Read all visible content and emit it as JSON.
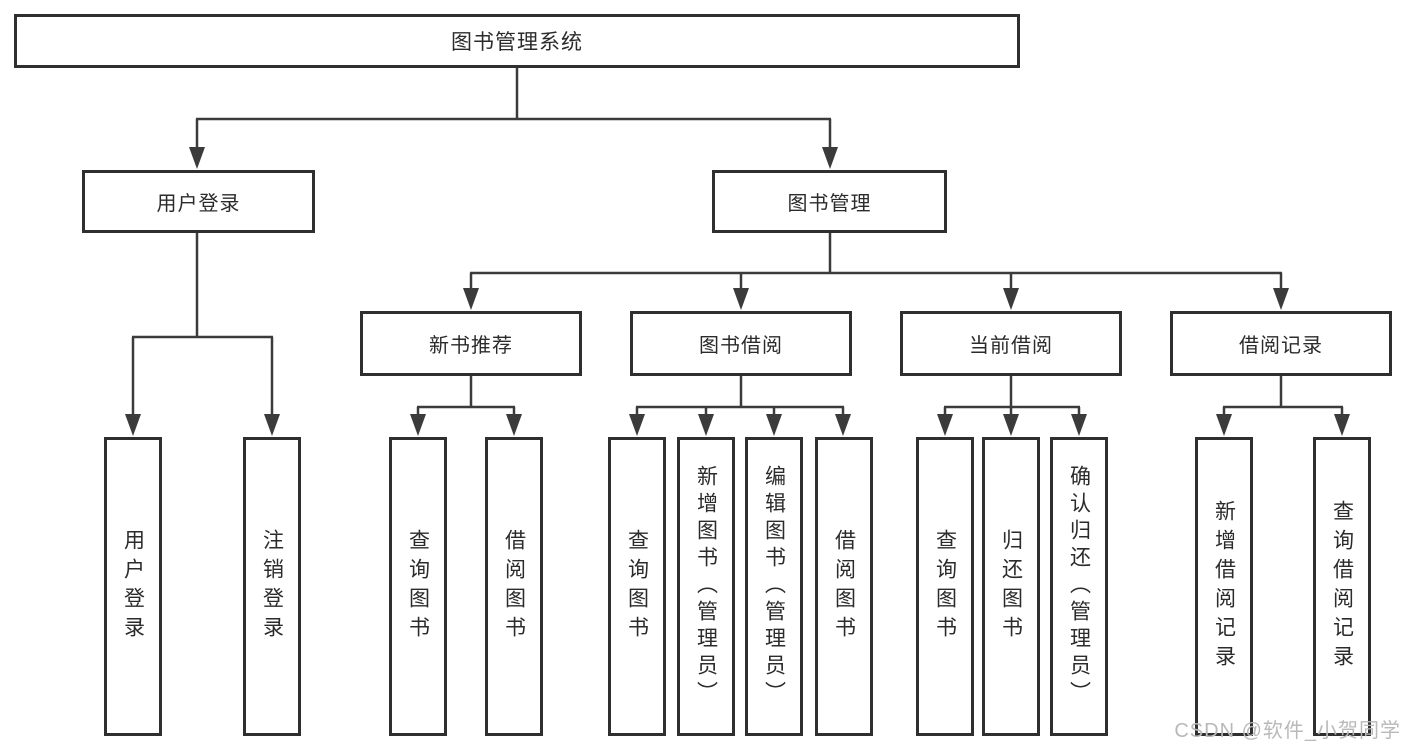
{
  "root": {
    "label": "图书管理系统"
  },
  "branches": [
    {
      "label": "用户登录",
      "children": [
        {
          "label": "用户登录"
        },
        {
          "label": "注销登录"
        }
      ]
    },
    {
      "label": "图书管理",
      "children": [
        {
          "label": "新书推荐",
          "children": [
            {
              "label": "查询图书"
            },
            {
              "label": "借阅图书"
            }
          ]
        },
        {
          "label": "图书借阅",
          "children": [
            {
              "label": "查询图书"
            },
            {
              "label": "新增图书（管理员）"
            },
            {
              "label": "编辑图书（管理员）"
            },
            {
              "label": "借阅图书"
            }
          ]
        },
        {
          "label": "当前借阅",
          "children": [
            {
              "label": "查询图书"
            },
            {
              "label": "归还图书"
            },
            {
              "label": "确认归还（管理员）"
            }
          ]
        },
        {
          "label": "借阅记录",
          "children": [
            {
              "label": "新增借阅记录"
            },
            {
              "label": "查询借阅记录"
            }
          ]
        }
      ]
    }
  ],
  "watermark": {
    "text": "CSDN @软件_小贺同学"
  },
  "colors": {
    "line": "#3b3b3b",
    "text": "#2b2b2b",
    "watermark": "#b9b9b9"
  }
}
